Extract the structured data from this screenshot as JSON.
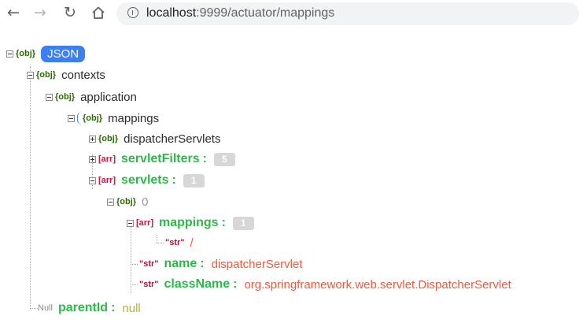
{
  "browser": {
    "url_host": "localhost",
    "url_path": ":9999/actuator/mappings",
    "back_icon": "arrow-left-icon",
    "forward_icon": "arrow-right-icon",
    "reload_icon": "reload-icon",
    "home_icon": "home-icon",
    "info_icon": "info-icon"
  },
  "tree": {
    "root": {
      "type": "{obj}",
      "label": "JSON"
    },
    "contexts": {
      "type": "{obj}",
      "key": "contexts"
    },
    "application": {
      "type": "{obj}",
      "key": "application"
    },
    "mappings": {
      "type": "{obj}",
      "key": "mappings"
    },
    "dispatcherServlets": {
      "type": "{obj}",
      "key": "dispatcherServlets"
    },
    "servletFilters": {
      "type": "[arr]",
      "key": "servletFilters",
      "colon": ":",
      "count": "5"
    },
    "servlets": {
      "type": "[arr]",
      "key": "servlets",
      "colon": ":",
      "count": "1"
    },
    "servlet0": {
      "type": "{obj}",
      "key": "0"
    },
    "servletMappings": {
      "type": "[arr]",
      "key": "mappings",
      "colon": ":",
      "count": "1"
    },
    "mappingValue": {
      "type": "\"str\"",
      "value": "/"
    },
    "name": {
      "type": "\"str\"",
      "key": "name",
      "colon": ":",
      "value": "dispatcherServlet"
    },
    "className": {
      "type": "\"str\"",
      "key": "className",
      "colon": ":",
      "value": "org.springframework.web.servlet.DispatcherServlet"
    },
    "parentId": {
      "type": "Null",
      "key": "parentId",
      "colon": ":",
      "value": "null"
    }
  }
}
